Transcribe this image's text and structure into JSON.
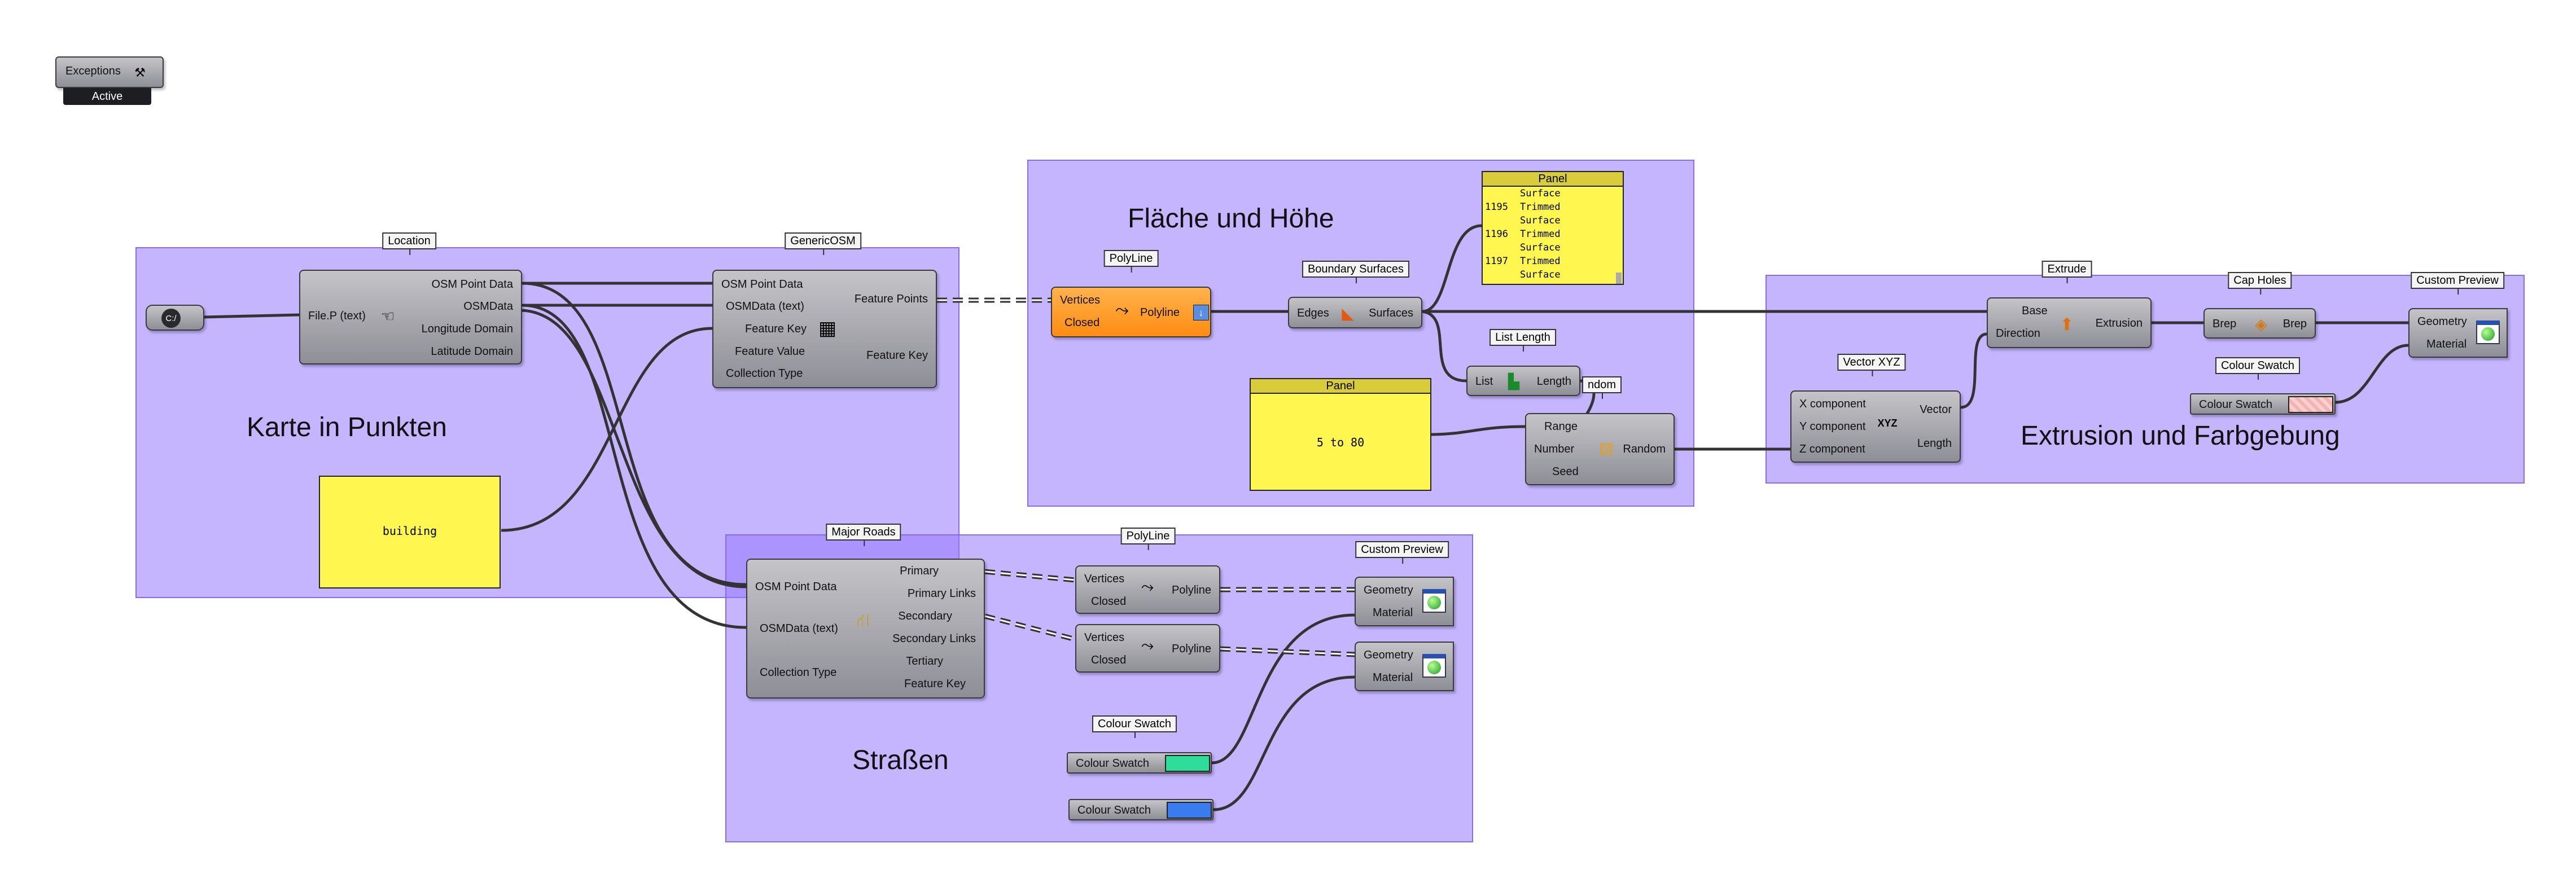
{
  "exceptions": {
    "label": "Exceptions",
    "status": "Active"
  },
  "groups": {
    "karte": "Karte in Punkten",
    "flaeche": "Fläche und Höhe",
    "extrusion": "Extrusion und Farbgebung",
    "strassen": "Straßen"
  },
  "labels": {
    "location": "Location",
    "genericosm": "GenericOSM",
    "polyline1": "PolyLine",
    "boundary": "Boundary Surfaces",
    "panel_top": "Panel",
    "listlength": "List Length",
    "panel_mid": "Panel",
    "extrude": "Extrude",
    "capholes": "Cap Holes",
    "custompreview_top": "Custom Preview",
    "vectorxyz": "Vector XYZ",
    "colourswatch_top": "Colour Swatch",
    "majorroads": "Major Roads",
    "polyline2": "PolyLine",
    "custompreview_bottom": "Custom Preview",
    "colourswatch_bottom": "Colour Swatch",
    "random_label": "ndom"
  },
  "file_param": "C:/",
  "location": {
    "input": "File.P (text)",
    "outputs": [
      "OSM Point Data",
      "OSMData",
      "Longitude Domain",
      "Latitude Domain"
    ]
  },
  "genericosm": {
    "inputs": [
      "OSM Point Data",
      "OSMData (text)",
      "Feature Key",
      "Feature Value",
      "Collection Type"
    ],
    "outputs": [
      "Feature Points",
      "Feature Key"
    ]
  },
  "panel_building": "building",
  "polyline1": {
    "inputs": [
      "Vertices",
      "Closed"
    ],
    "output": "Polyline"
  },
  "boundary": {
    "input": "Edges",
    "output": "Surfaces"
  },
  "panel_top": {
    "rows": [
      {
        "idx": "",
        "text": "Surface"
      },
      {
        "idx": "1195",
        "text": "Trimmed"
      },
      {
        "idx": "",
        "text": "Surface"
      },
      {
        "idx": "1196",
        "text": "Trimmed"
      },
      {
        "idx": "",
        "text": "Surface"
      },
      {
        "idx": "1197",
        "text": "Trimmed"
      },
      {
        "idx": "",
        "text": "Surface"
      }
    ]
  },
  "listlength": {
    "input": "List",
    "output": "Length"
  },
  "panel_mid": "5 to 80",
  "random": {
    "inputs": [
      "Range",
      "Number",
      "Seed"
    ],
    "output": "Random"
  },
  "extrude": {
    "inputs": [
      "Base",
      "Direction"
    ],
    "output": "Extrusion"
  },
  "capholes": {
    "input": "Brep",
    "output": "Brep"
  },
  "custompreview_top": {
    "inputs": [
      "Geometry",
      "Material"
    ]
  },
  "vectorxyz": {
    "inputs": [
      "X component",
      "Y component",
      "Z component"
    ],
    "outputs": [
      "Vector",
      "Length"
    ]
  },
  "colourswatch_top": {
    "label": "Colour Swatch",
    "color": "#f4b3b3"
  },
  "majorroads": {
    "inputs": [
      "OSM Point Data",
      "OSMData (text)",
      "Collection Type"
    ],
    "outputs": [
      "Primary",
      "Primary Links",
      "Secondary",
      "Secondary Links",
      "Tertiary",
      "Feature Key"
    ]
  },
  "polyline2": {
    "inputs": [
      "Vertices",
      "Closed"
    ],
    "output": "Polyline"
  },
  "polyline3": {
    "inputs": [
      "Vertices",
      "Closed"
    ],
    "output": "Polyline"
  },
  "custompreview_b1": {
    "inputs": [
      "Geometry",
      "Material"
    ]
  },
  "custompreview_b2": {
    "inputs": [
      "Geometry",
      "Material"
    ]
  },
  "colourswatch_green": {
    "label": "Colour Swatch",
    "color": "#2fdc9a"
  },
  "colourswatch_blue": {
    "label": "Colour Swatch",
    "color": "#3a7cf0"
  },
  "colors": {
    "group_fill": "#b9a8ff",
    "component": "#a8a8ae",
    "polyline_active": "#ff8c12",
    "panel": "#fff64f"
  }
}
